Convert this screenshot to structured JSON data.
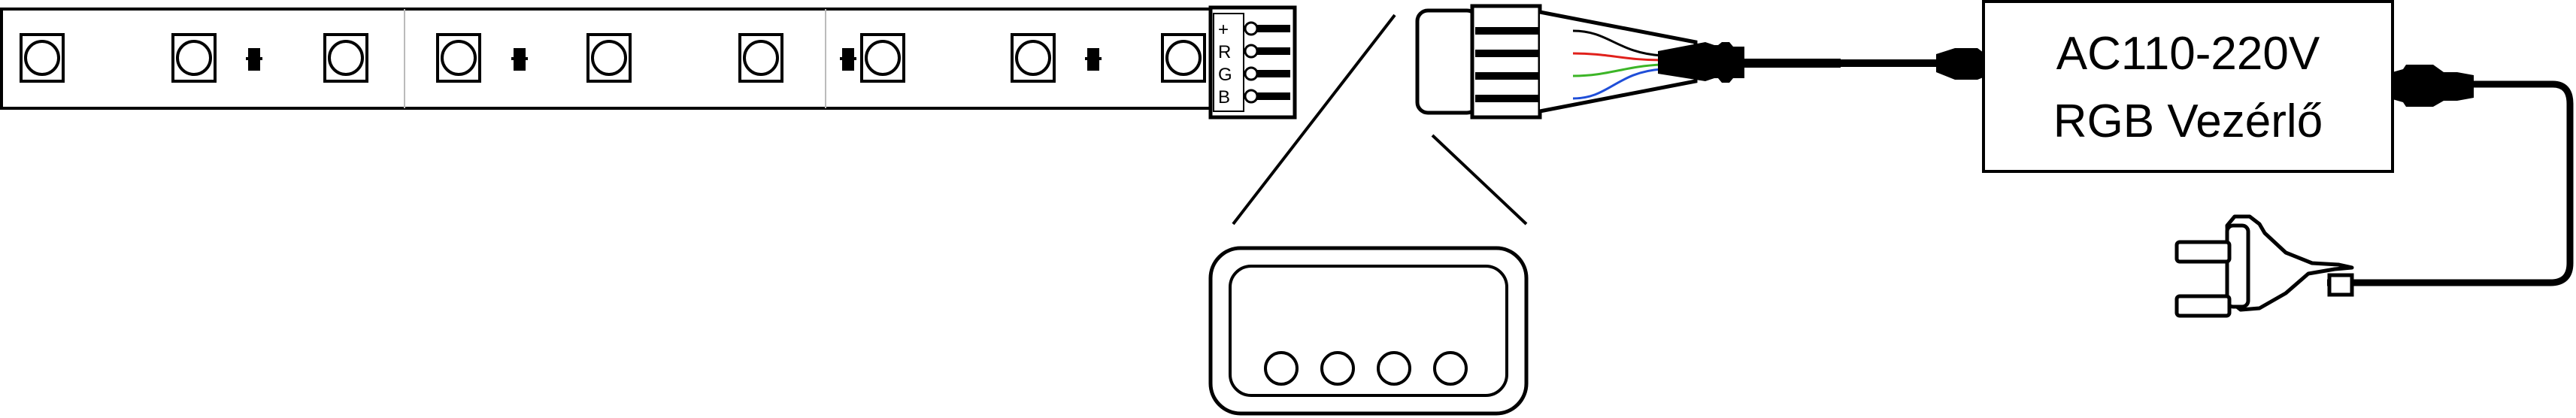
{
  "strip": {
    "terminal_labels": [
      "+",
      "R",
      "G",
      "B"
    ]
  },
  "controller": {
    "line1": "AC110-220V",
    "line2": "RGB Vezérlő"
  },
  "wires": {
    "colors": [
      "#000000",
      "#e0201b",
      "#3cb527",
      "#1f4ed8"
    ]
  }
}
